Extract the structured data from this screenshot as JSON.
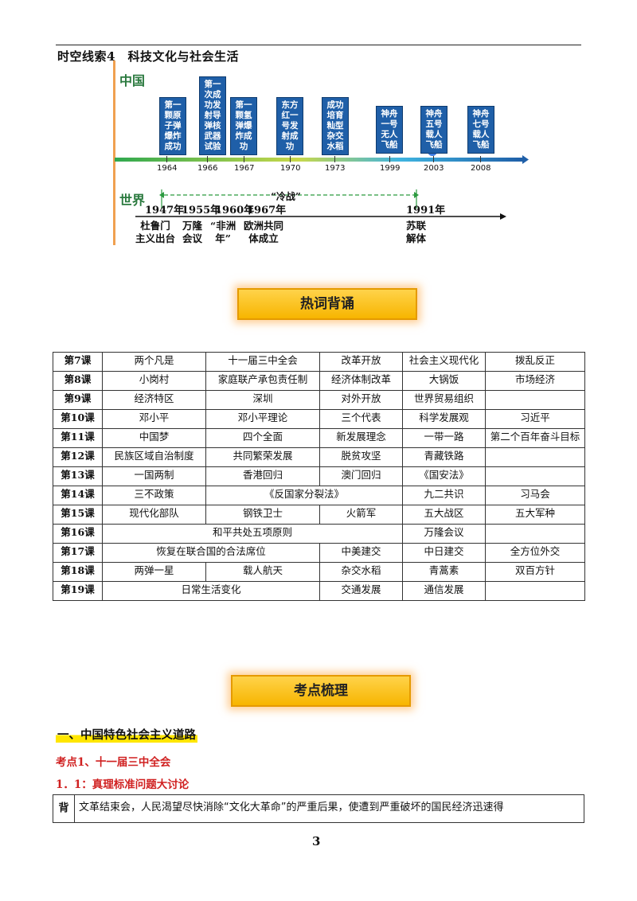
{
  "section_title": "时空线索4　科技文化与社会生活",
  "timeline": {
    "china_label": "中国",
    "world_label": "世界",
    "china_events": [
      {
        "text": "第一\n颗原\n子弹\n爆炸\n成功",
        "year": "1964"
      },
      {
        "text": "第一\n次成\n功发\n射导\n弹核\n武器\n试验",
        "year": "1966"
      },
      {
        "text": "第一\n颗氢\n弹爆\n炸成\n功",
        "year": "1967"
      },
      {
        "text": "东方\n红一\n号发\n射成\n功",
        "year": "1970"
      },
      {
        "text": "成功\n培育\n籼型\n杂交\n水稻",
        "year": "1973"
      },
      {
        "text": "神舟\n一号\n无人\n飞船",
        "year": "1999"
      },
      {
        "text": "神舟\n五号\n载人\n飞船",
        "year": "2003"
      },
      {
        "text": "神舟\n七号\n载人\n飞船",
        "year": "2008"
      }
    ],
    "cold_war_label": "“冷战”",
    "world_years": [
      "1947年",
      "1955年",
      "1960年",
      "1967年",
      "1991年"
    ],
    "world_events": [
      "杜鲁门\n主义出台",
      "万隆\n会议",
      "“非洲\n年”",
      "欧洲共同\n体成立",
      "苏联\n解体"
    ]
  },
  "banner_hotwords": "热词背诵",
  "hotwords_table": [
    [
      "第7课",
      "两个凡是",
      "十一届三中全会",
      "改革开放",
      "社会主义现代化",
      "拨乱反正"
    ],
    [
      "第8课",
      "小岗村",
      "家庭联产承包责任制",
      "经济体制改革",
      "大锅饭",
      "市场经济"
    ],
    [
      "第9课",
      "经济特区",
      "深圳",
      "对外开放",
      "世界贸易组织",
      ""
    ],
    [
      "第10课",
      "邓小平",
      "邓小平理论",
      "三个代表",
      "科学发展观",
      "习近平"
    ],
    [
      "第11课",
      "中国梦",
      "四个全面",
      "新发展理念",
      "一带一路",
      "第二个百年奋斗目标"
    ],
    [
      "第12课",
      "民族区域自治制度",
      "共同繁荣发展",
      "脱贫攻坚",
      "青藏铁路",
      ""
    ],
    [
      "第13课",
      "一国两制",
      "香港回归",
      "澳门回归",
      "《国安法》",
      ""
    ],
    [
      "第14课",
      "三不政策",
      "《反国家分裂法》",
      "九二共识",
      "习马会"
    ],
    [
      "第15课",
      "现代化部队",
      "钢铁卫士",
      "火箭军",
      "五大战区",
      "五大军种"
    ],
    [
      "第16课",
      "和平共处五项原则",
      "万隆会议",
      ""
    ],
    [
      "第17课",
      "恢复在联合国的合法席位",
      "中美建交",
      "中日建交",
      "全方位外交"
    ],
    [
      "第18课",
      "两弹一星",
      "载人航天",
      "杂交水稻",
      "青蒿素",
      "双百方针"
    ],
    [
      "第19课",
      "日常生活变化",
      "交通发展",
      "通信发展",
      ""
    ]
  ],
  "banner_points": "考点梳理",
  "heading1": "一、中国特色社会主义道路",
  "heading2": "考点1、十一届三中全会",
  "heading3": "1．1：真理标准问题大讨论",
  "background_label": "背",
  "background_text": "文革结束会，人民渴望尽快消除“文化大革命”的严重后果，使遭到严重破坏的国民经济迅速得",
  "page_number": "3"
}
